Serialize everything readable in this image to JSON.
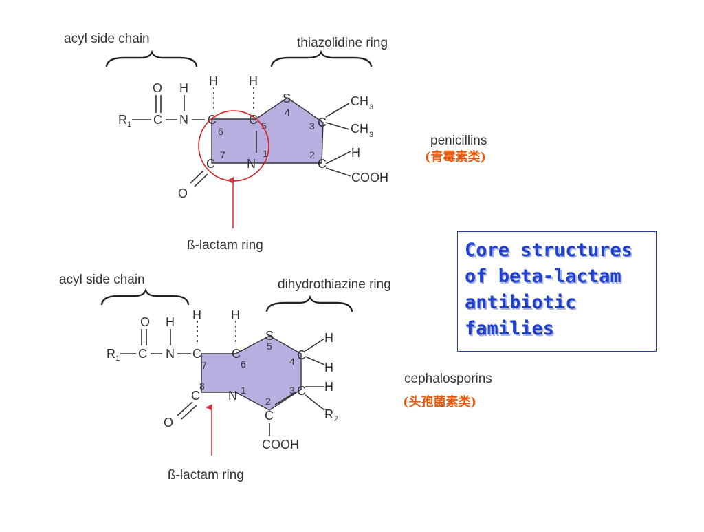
{
  "penicillin": {
    "acyl_label": "acyl side chain",
    "ring_label": "thiazolidine ring",
    "family_en": "penicillins",
    "family_cn": "(青霉素类)",
    "lactam_label": "ß-lactam ring",
    "atoms": {
      "o": "O",
      "h_n": "H",
      "r1": "R",
      "r1_sub": "1",
      "c_carbonyl": "C",
      "n_amide": "N",
      "h6": "H",
      "h5": "H",
      "c6": "C",
      "c5": "C",
      "s": "S",
      "c3": "C",
      "ch3_a": "CH",
      "ch3_a_sub": "3",
      "ch3_b": "CH",
      "ch3_b_sub": "3",
      "c7": "C",
      "n": "N",
      "c2": "C",
      "h2": "H",
      "cooh": "COOH",
      "o_lactam": "O"
    },
    "numbers": {
      "n6": "6",
      "n5": "5",
      "n4": "4",
      "n3": "3",
      "n7": "7",
      "n1": "1",
      "n2": "2"
    }
  },
  "cephalosporin": {
    "acyl_label": "acyl side chain",
    "ring_label": "dihydrothiazine ring",
    "family_en": "cephalosporins",
    "family_cn": "(头孢菌素类)",
    "lactam_label": "ß-lactam ring",
    "atoms": {
      "o": "O",
      "h_n": "H",
      "r1": "R",
      "r1_sub": "1",
      "c_carbonyl": "C",
      "n_amide": "N",
      "h7": "H",
      "h6": "H",
      "c7": "C",
      "c6": "C",
      "s": "S",
      "c4": "C",
      "h4a": "H",
      "h4b": "H",
      "c8": "C",
      "n": "N",
      "c3": "C",
      "h3": "H",
      "r2": "R",
      "r2_sub": "2",
      "c2": "C",
      "cooh": "COOH",
      "o_lactam": "O"
    },
    "numbers": {
      "n7": "7",
      "n6": "6",
      "n5": "5",
      "n4": "4",
      "n8": "8",
      "n1": "1",
      "n3": "3",
      "n2": "2"
    }
  },
  "callout": {
    "lines": [
      "Core structures",
      "of beta-lactam",
      "antibiotic",
      "families"
    ]
  },
  "colors": {
    "ring_fill": "#b9aee0",
    "highlight_circle": "#d62020",
    "arrow": "#d9383a",
    "callout_text": "#1f3fcf",
    "chinese_text": "#e8590c"
  }
}
